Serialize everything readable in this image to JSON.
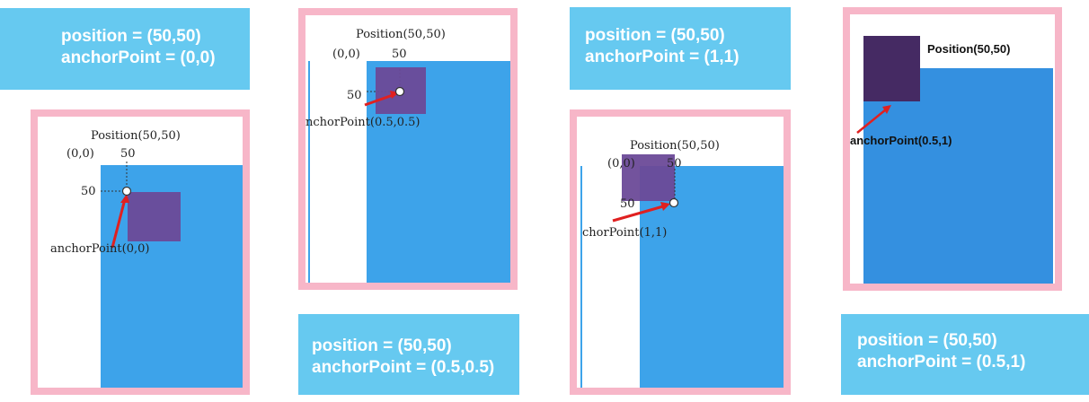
{
  "panels": [
    {
      "caption": {
        "line1": "position = (50,50)",
        "line2": "anchorPoint = (0,0)"
      },
      "position_label": "Position(50,50)",
      "origin_label": "(0,0)",
      "x_tick": "50",
      "y_tick": "50",
      "anchor_label": "anchorPoint(0,0)"
    },
    {
      "caption": {
        "line1": "position = (50,50)",
        "line2": "anchorPoint = (0.5,0.5)"
      },
      "position_label": "Position(50,50)",
      "origin_label": "(0,0)",
      "x_tick": "50",
      "y_tick": "50",
      "anchor_label": "nchorPoint(0.5,0.5)"
    },
    {
      "caption": {
        "line1": "position = (50,50)",
        "line2": "anchorPoint = (1,1)"
      },
      "position_label": "Position(50,50)",
      "origin_label": "(0,0)",
      "x_tick": "50",
      "y_tick": "50",
      "anchor_label": "chorPoint(1,1)"
    },
    {
      "caption": {
        "line1": "position = (50,50)",
        "line2": "anchorPoint = (0.5,1)"
      },
      "position_label": "Position(50,50)",
      "anchor_label": "anchorPoint(0.5,1)"
    }
  ],
  "colors": {
    "caption_bg": "#66c9f0",
    "frame_border": "#f7b6c8",
    "blue_area": "#3da3ea",
    "purple_sprite": "#6b4a98",
    "dark_sprite": "#452a63",
    "arrow": "#e02020"
  }
}
